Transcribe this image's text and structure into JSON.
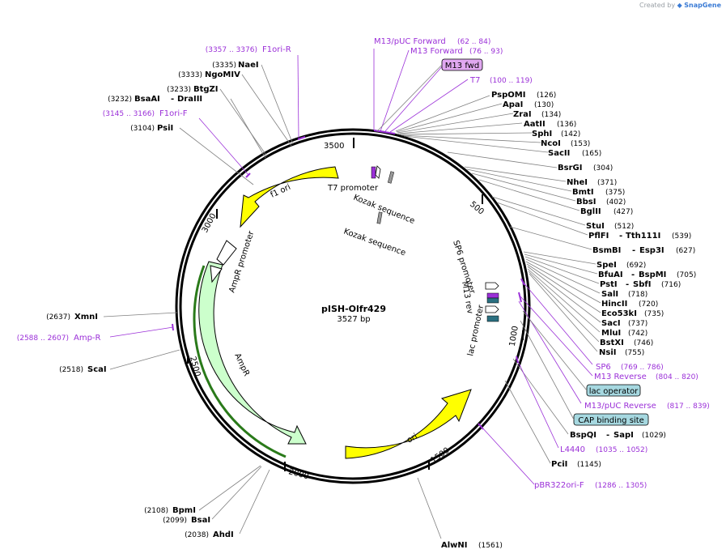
{
  "credit": {
    "prefix": "Created by",
    "brand": "SnapGene"
  },
  "plasmid": {
    "name": "pISH-Olfr429",
    "size_label": "3527 bp",
    "length": 3527
  },
  "ticks": [
    "500",
    "1000",
    "1500",
    "2000",
    "2500",
    "3000",
    "3500"
  ],
  "features": {
    "f1_ori": "f1 ori",
    "ori": "ori",
    "ampr": "AmpR",
    "ampr_promoter": "AmpR promoter",
    "t7_promoter": "T7 promoter",
    "kozak1": "Kozak sequence",
    "kozak2": "Kozak sequence",
    "sp6_promoter": "SP6 promoter",
    "m13_rev": "M13 rev",
    "lac_promoter": "lac promoter"
  },
  "enzymes_left": [
    {
      "name": "NaeI",
      "pos": "(3335)"
    },
    {
      "name": "NgoMIV",
      "pos": "(3333)"
    },
    {
      "name": "BtgZI",
      "pos": "(3233)"
    },
    {
      "name": "BsaAI",
      "pos": "(3232)",
      "name2": "DraIII"
    },
    {
      "name": "PsiI",
      "pos": "(3104)"
    },
    {
      "name": "XmnI",
      "pos": "(2637)"
    },
    {
      "name": "ScaI",
      "pos": "(2518)"
    },
    {
      "name": "BpmI",
      "pos": "(2108)"
    },
    {
      "name": "BsaI",
      "pos": "(2099)"
    },
    {
      "name": "AhdI",
      "pos": "(2038)"
    }
  ],
  "enzymes_right": [
    {
      "name": "PspOMI",
      "pos": "(126)"
    },
    {
      "name": "ApaI",
      "pos": "(130)"
    },
    {
      "name": "ZraI",
      "pos": "(134)"
    },
    {
      "name": "AatII",
      "pos": "(136)"
    },
    {
      "name": "SphI",
      "pos": "(142)"
    },
    {
      "name": "NcoI",
      "pos": "(153)"
    },
    {
      "name": "SacII",
      "pos": "(165)"
    },
    {
      "name": "BsrGI",
      "pos": "(304)"
    },
    {
      "name": "NheI",
      "pos": "(371)"
    },
    {
      "name": "BmtI",
      "pos": "(375)"
    },
    {
      "name": "BbsI",
      "pos": "(402)"
    },
    {
      "name": "BglII",
      "pos": "(427)"
    },
    {
      "name": "StuI",
      "pos": "(512)"
    },
    {
      "name": "PflFI",
      "name2": "Tth111I",
      "pos": "(539)"
    },
    {
      "name": "BsmBI",
      "name2": "Esp3I",
      "pos": "(627)"
    },
    {
      "name": "SpeI",
      "pos": "(692)"
    },
    {
      "name": "BfuAI",
      "name2": "BspMI",
      "pos": "(705)"
    },
    {
      "name": "PstI",
      "name2": "SbfI",
      "pos": "(716)"
    },
    {
      "name": "SalI",
      "pos": "(718)"
    },
    {
      "name": "HincII",
      "pos": "(720)"
    },
    {
      "name": "Eco53kI",
      "pos": "(735)"
    },
    {
      "name": "SacI",
      "pos": "(737)"
    },
    {
      "name": "MluI",
      "pos": "(742)"
    },
    {
      "name": "BstXI",
      "pos": "(746)"
    },
    {
      "name": "NsiI",
      "pos": "(755)"
    },
    {
      "name": "BspQI",
      "name2": "SapI",
      "pos": "(1029)"
    },
    {
      "name": "PciI",
      "pos": "(1145)"
    },
    {
      "name": "AlwNI",
      "pos": "(1561)"
    }
  ],
  "primers": [
    {
      "name": "F1ori-R",
      "pos": "(3357 .. 3376)"
    },
    {
      "name": "F1ori-F",
      "pos": "(3145 .. 3166)"
    },
    {
      "name": "Amp-R",
      "pos": "(2588 .. 2607)"
    },
    {
      "name": "M13/pUC Forward",
      "pos": "(62 .. 84)"
    },
    {
      "name": "M13 Forward",
      "pos": "(76 .. 93)"
    },
    {
      "name": "T7",
      "pos": "(100 .. 119)"
    },
    {
      "name": "SP6",
      "pos": "(769 .. 786)"
    },
    {
      "name": "M13 Reverse",
      "pos": "(804 .. 820)"
    },
    {
      "name": "M13/pUC Reverse",
      "pos": "(817 .. 839)"
    },
    {
      "name": "L4440",
      "pos": "(1035 .. 1052)"
    },
    {
      "name": "pBR322ori-F",
      "pos": "(1286 .. 1305)"
    }
  ],
  "boxes": {
    "m13_fwd": "M13 fwd",
    "lac_operator": "lac operator",
    "cap_site": "CAP binding site"
  },
  "colors": {
    "origin": "#ffff00",
    "ampr": "#ccffcc",
    "primer": "#9b30d8",
    "box_purple": "#e0a8f0",
    "box_teal": "#a6d8e0"
  }
}
